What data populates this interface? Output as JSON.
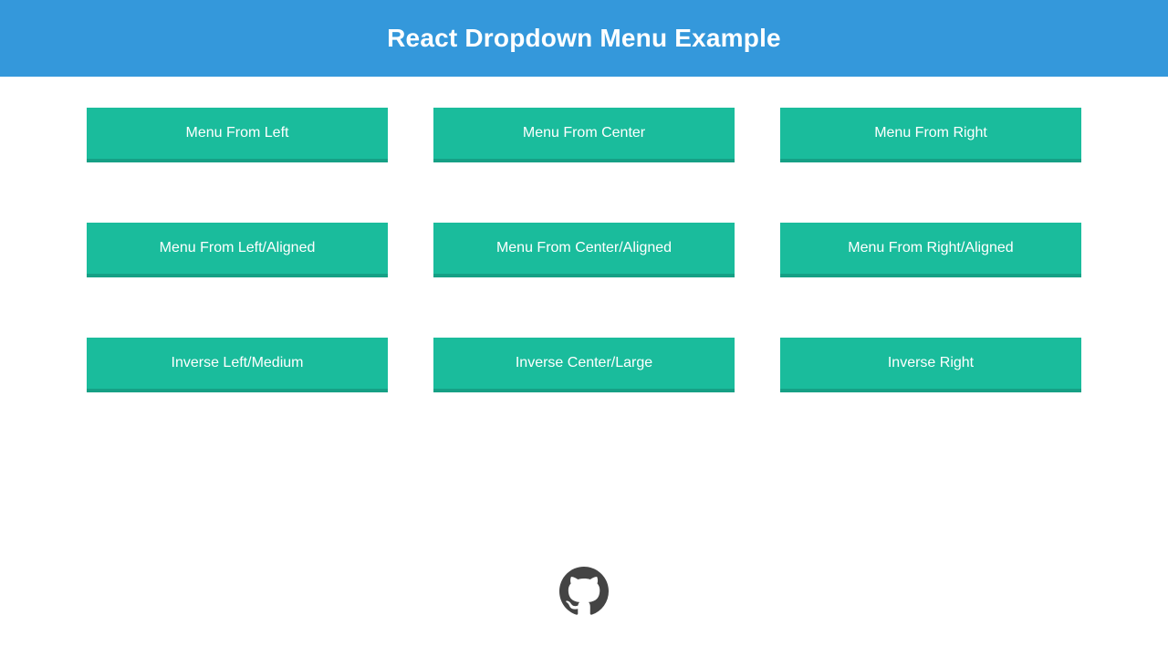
{
  "header": {
    "title": "React Dropdown Menu Example",
    "background_color": "#3498db",
    "text_color": "#ffffff"
  },
  "theme": {
    "button_color": "#1abc9c",
    "button_border_color": "#16a085",
    "button_text_color": "#ffffff",
    "page_background": "#ffffff",
    "icon_color": "#444444"
  },
  "main": {
    "buttons": [
      {
        "label": "Menu From Left"
      },
      {
        "label": "Menu From Center"
      },
      {
        "label": "Menu From Right"
      },
      {
        "label": "Menu From Left/Aligned"
      },
      {
        "label": "Menu From Center/Aligned"
      },
      {
        "label": "Menu From Right/Aligned"
      },
      {
        "label": "Inverse Left/Medium"
      },
      {
        "label": "Inverse Center/Large"
      },
      {
        "label": "Inverse Right"
      }
    ]
  },
  "footer": {
    "icon": "github-icon"
  }
}
